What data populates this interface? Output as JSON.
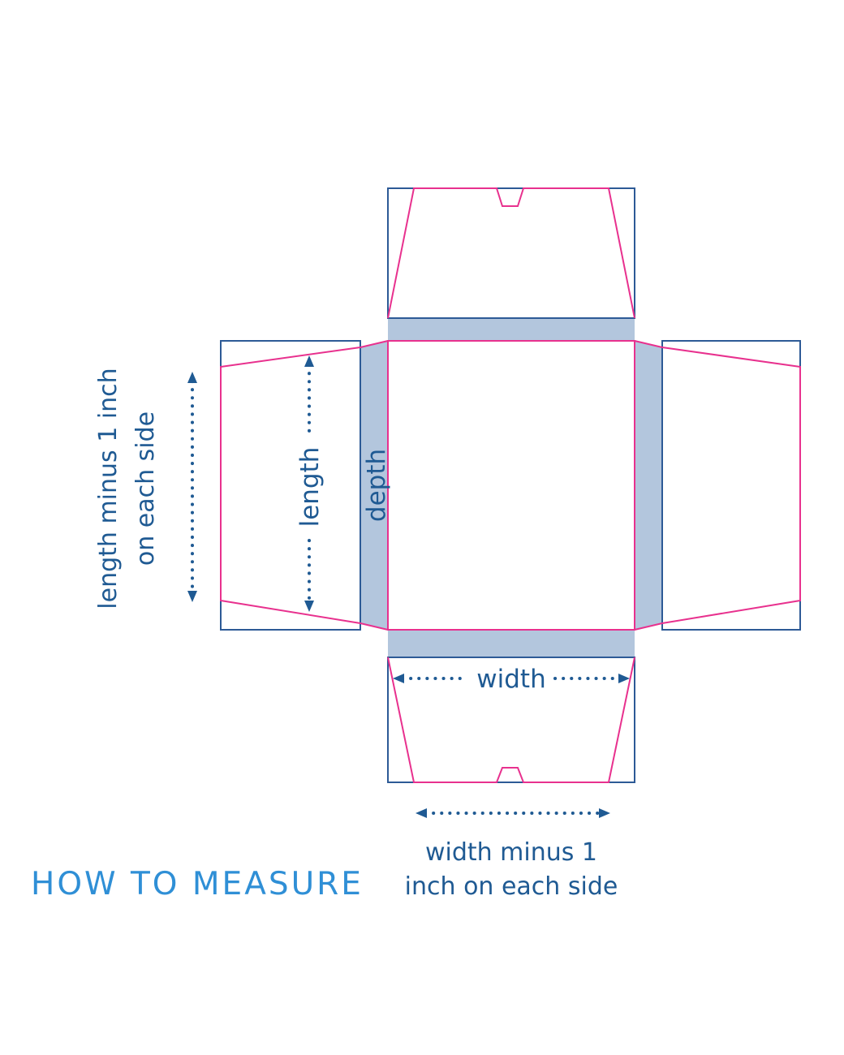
{
  "title": "HOW TO MEASURE",
  "labels": {
    "depth": "depth",
    "length": "length",
    "width": "width",
    "length_minus_line1": "length minus 1 inch",
    "length_minus_line2": "on each side",
    "width_minus_line1": "width minus 1",
    "width_minus_line2": "inch on each side"
  },
  "colors": {
    "outline": "#2d5a96",
    "cut_line": "#e8318e",
    "depth_fill": "#b3c6dd",
    "text": "#1f5a93",
    "heading": "#2f8fd6"
  }
}
